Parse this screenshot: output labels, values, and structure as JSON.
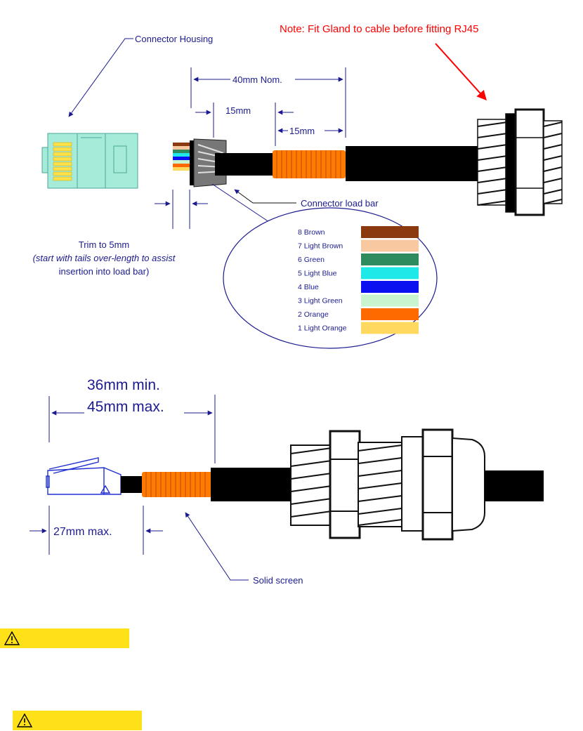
{
  "labels": {
    "connector_housing": "Connector Housing",
    "note": "Note: Fit Gland to cable before fitting RJ45",
    "dim_40": "40mm Nom.",
    "dim_15a": "15mm",
    "dim_15b": "15mm",
    "load_bar": "Connector load bar",
    "trim_1": "Trim to 5mm",
    "trim_2": "(start with tails over-length to assist",
    "trim_3": "insertion into load bar)",
    "dim_36": "36mm min.",
    "dim_45": "45mm max.",
    "dim_27": "27mm max.",
    "solid_screen": "Solid screen"
  },
  "wire_legend": [
    {
      "label": "8 Brown",
      "color": "#8b3a10"
    },
    {
      "label": "7 Light Brown",
      "color": "#f8c8a0"
    },
    {
      "label": "6 Green",
      "color": "#2e8b5e"
    },
    {
      "label": "5 Light Blue",
      "color": "#1ee8e8"
    },
    {
      "label": "4 Blue",
      "color": "#0a10f0"
    },
    {
      "label": "3 Light Green",
      "color": "#c8f5cf"
    },
    {
      "label": "2 Orange",
      "color": "#ff6a00"
    },
    {
      "label": "1 Light Orange",
      "color": "#ffd860"
    }
  ],
  "colors": {
    "label": "#1b1b8f",
    "note": "#ff0000",
    "warning_bg": "#ffe11a",
    "housing": "#a6ebd9",
    "contacts": "#ffe14a",
    "screen": "#ff7a00",
    "cable": "#000000"
  },
  "icons": [
    "warning-icon"
  ]
}
